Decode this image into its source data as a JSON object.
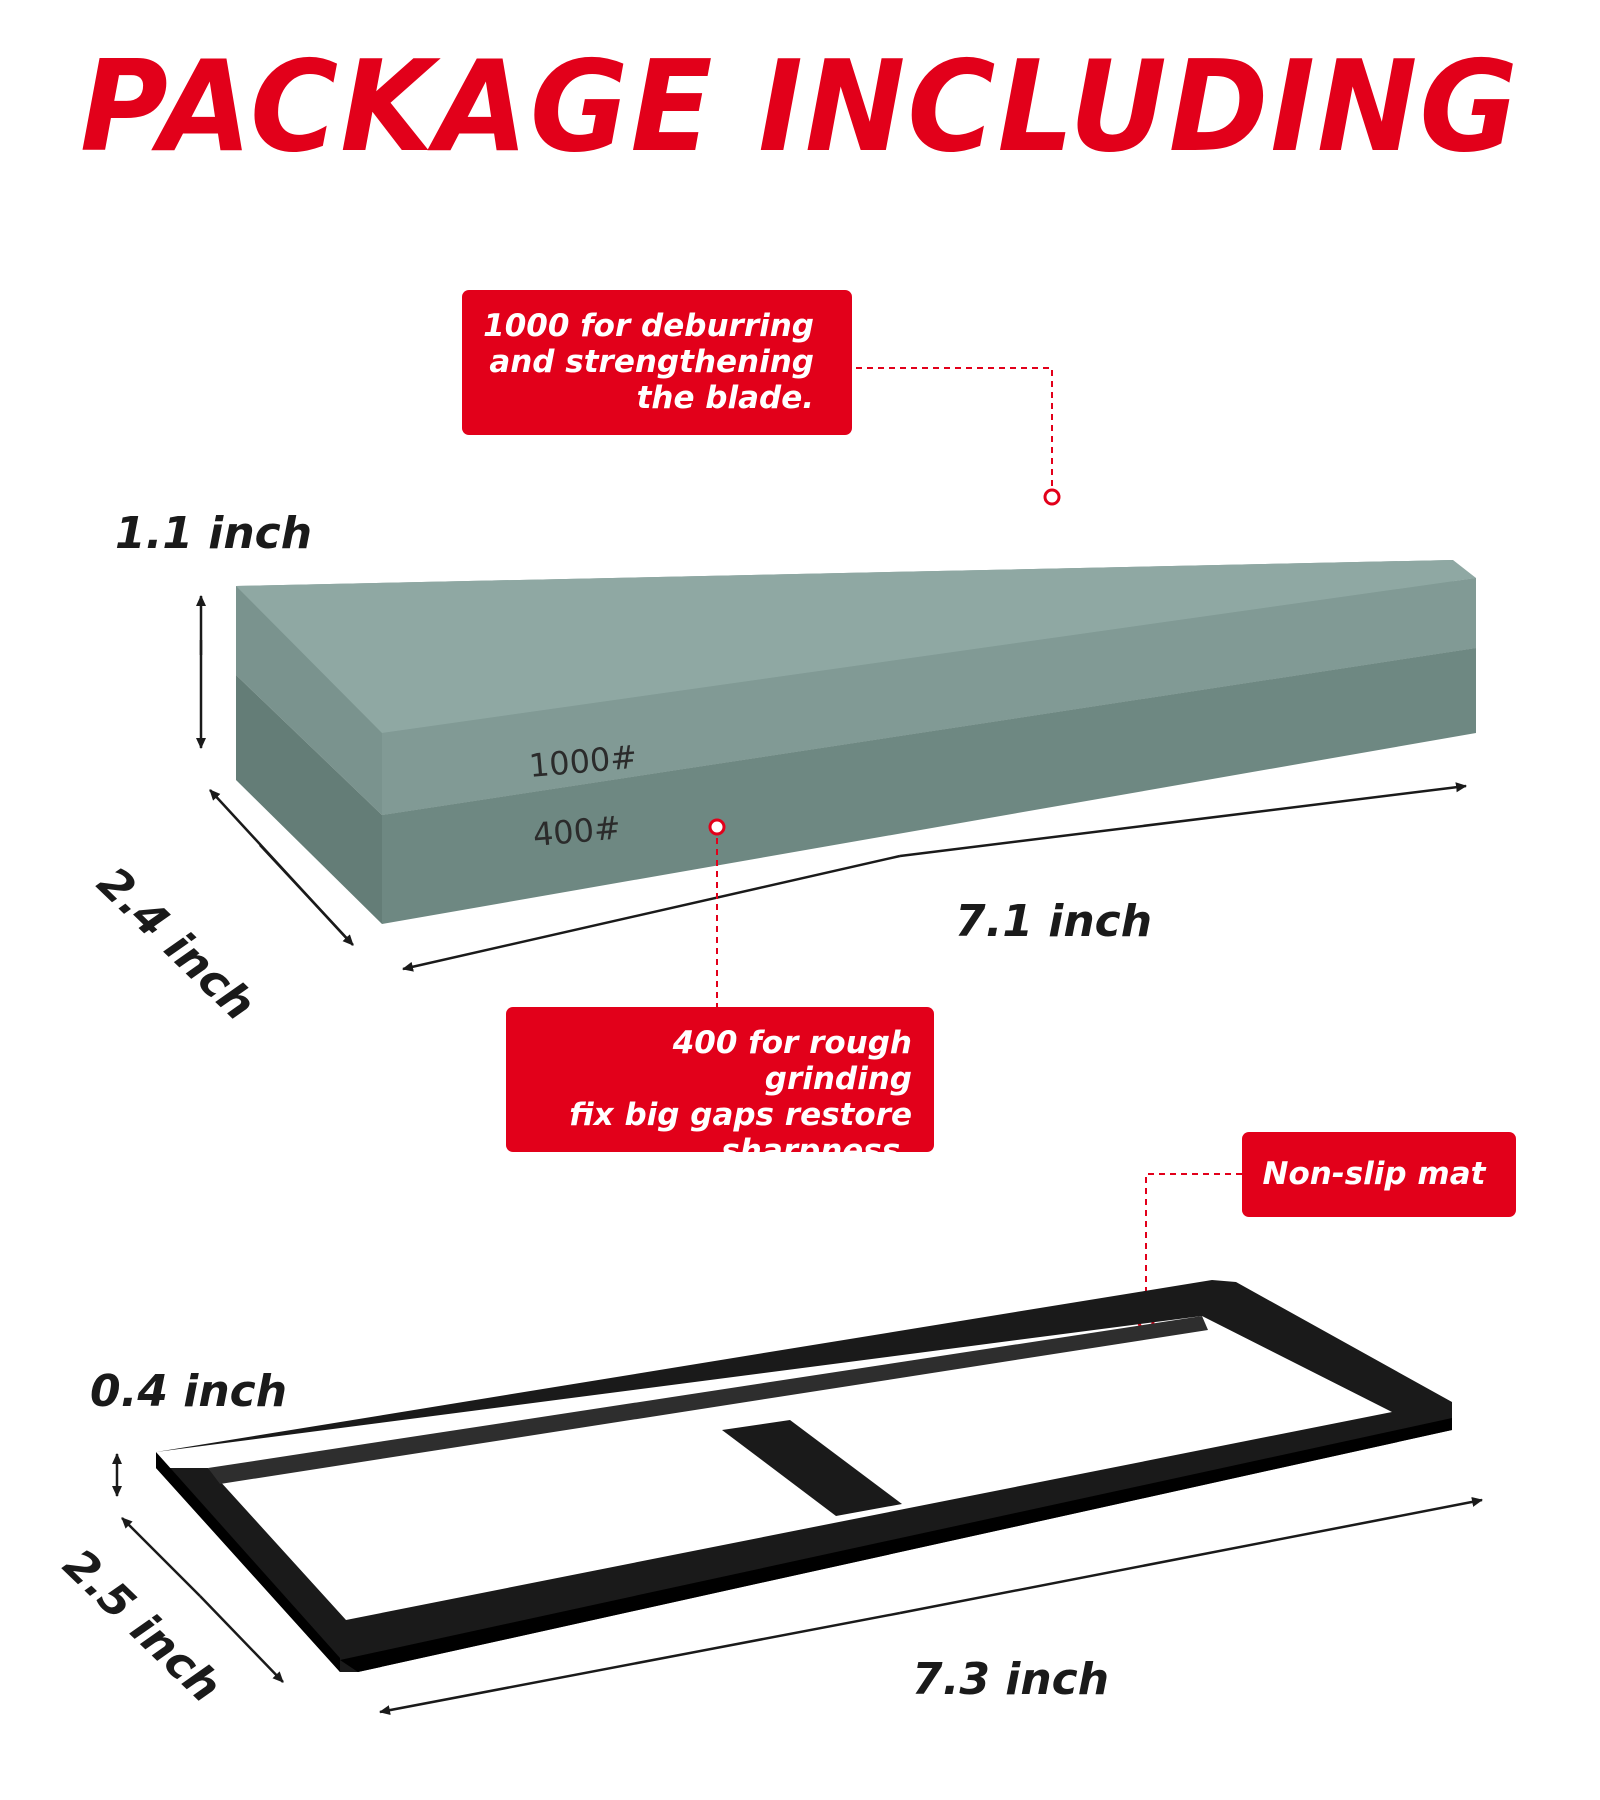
{
  "title": "PACKAGE INCLUDING",
  "callouts": {
    "fine_grit": [
      "1000 for deburring",
      "and strengthening",
      "the blade."
    ],
    "coarse_grit": [
      "400 for rough grinding",
      "fix big gaps restore",
      "sharpness."
    ],
    "mat": "Non-slip mat"
  },
  "stone": {
    "top_grit_label": "1000#",
    "bottom_grit_label": "400#",
    "height": "1.1 inch",
    "depth": "2.4 inch",
    "length": "7.1 inch"
  },
  "mat": {
    "height": "0.4 inch",
    "depth": "2.5 inch",
    "length": "7.3 inch"
  },
  "colors": {
    "accent": "#e2001a",
    "stone_top": "#8fa8a3",
    "stone_side_upper": "#7f9893",
    "stone_side_lower": "#6b857f",
    "mat": "#1a1a1a"
  }
}
